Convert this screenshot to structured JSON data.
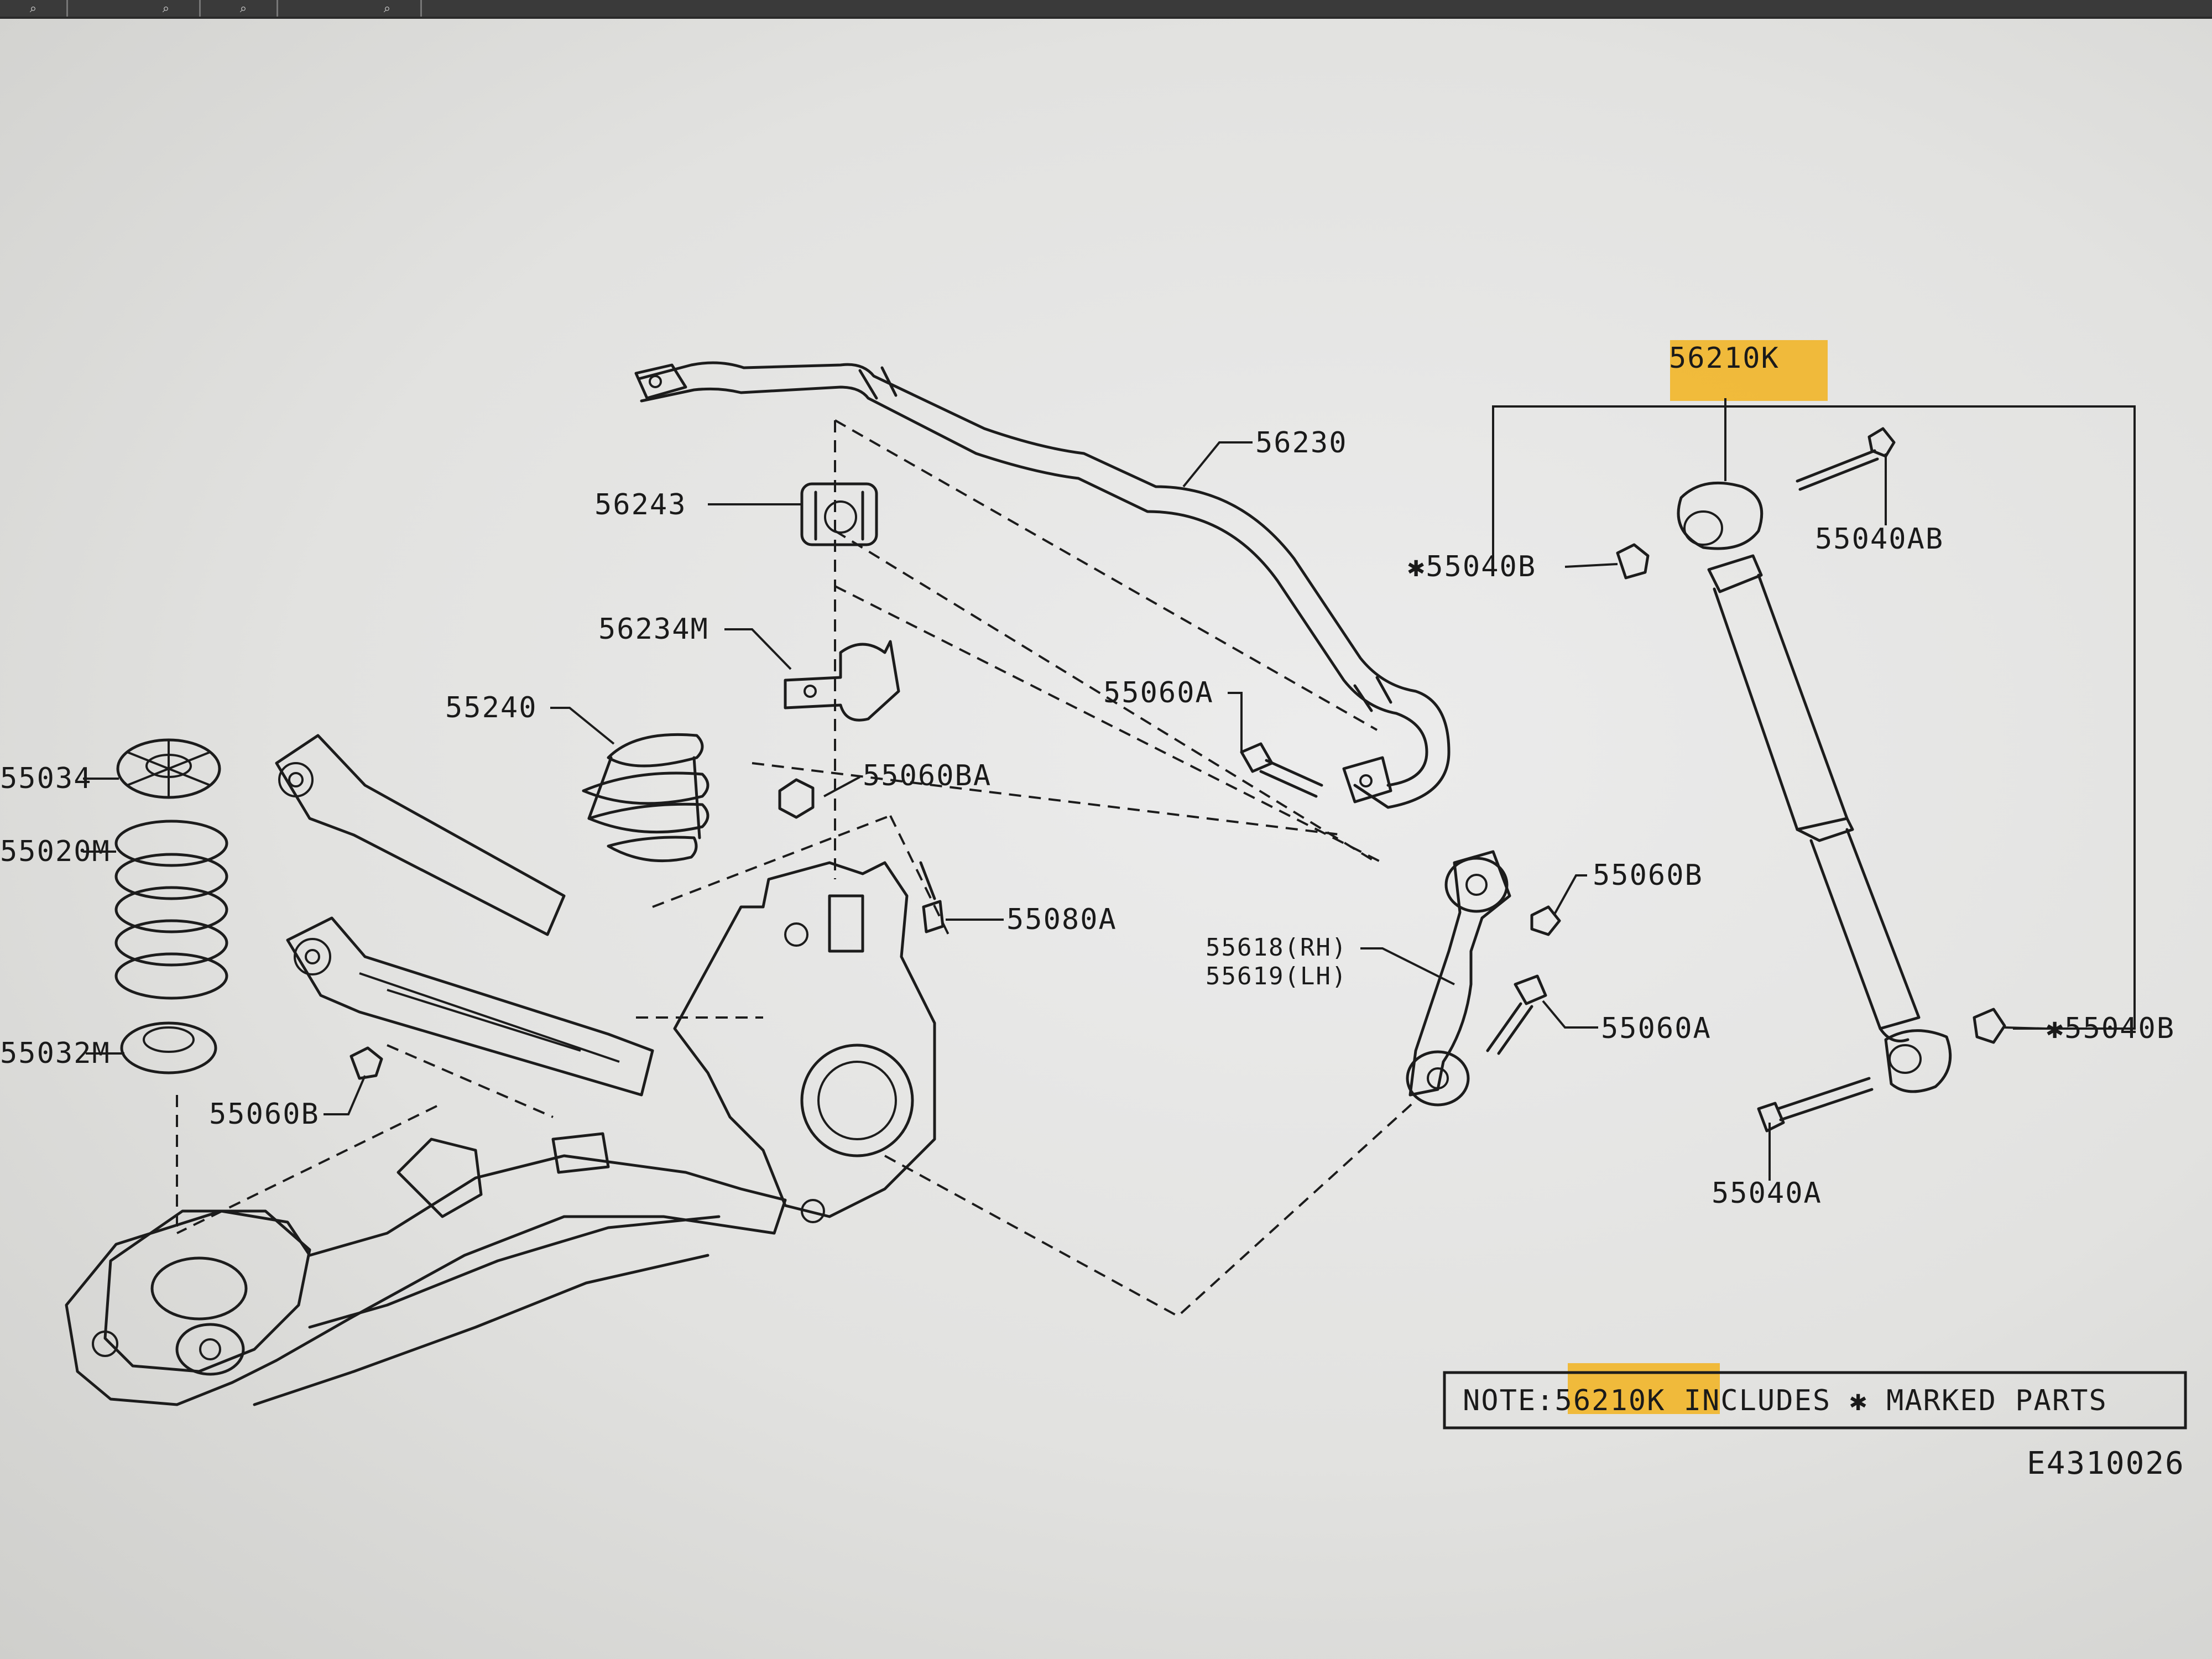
{
  "toolbar": {
    "buttons": [
      {
        "name": "zoom-icon",
        "glyph": "⌕"
      },
      {
        "name": "zoom-area-icon",
        "glyph": "⌕"
      },
      {
        "name": "pan-icon",
        "glyph": "⌕"
      },
      {
        "name": "search-icon",
        "glyph": "⌕"
      }
    ]
  },
  "highlight_color": "#f2b31d",
  "labels": {
    "p56210K": "56210K",
    "p56230": "56230",
    "p56243": "56243",
    "p56234M": "56234M",
    "p55240": "55240",
    "p55034": "55034",
    "p55020M": "55020M",
    "p55032M": "55032M",
    "p55060BA": "55060BA",
    "p55060A_top": "55060A",
    "p55080A": "55080A",
    "p55060B_left": "55060B",
    "p55060B_right": "55060B",
    "p55618": "55618(RH)",
    "p55619": "55619(LH)",
    "p55060A_bot": "55060A",
    "p55040B_top": "✱55040B",
    "p55040AB": "55040AB",
    "p55040B_bot": "✱55040B",
    "p55040A": "55040A"
  },
  "note": {
    "prefix": "NOTE:",
    "part": "56210K",
    "suffix": " INCLUDES ✱ MARKED PARTS"
  },
  "diagram_code": "E4310026"
}
